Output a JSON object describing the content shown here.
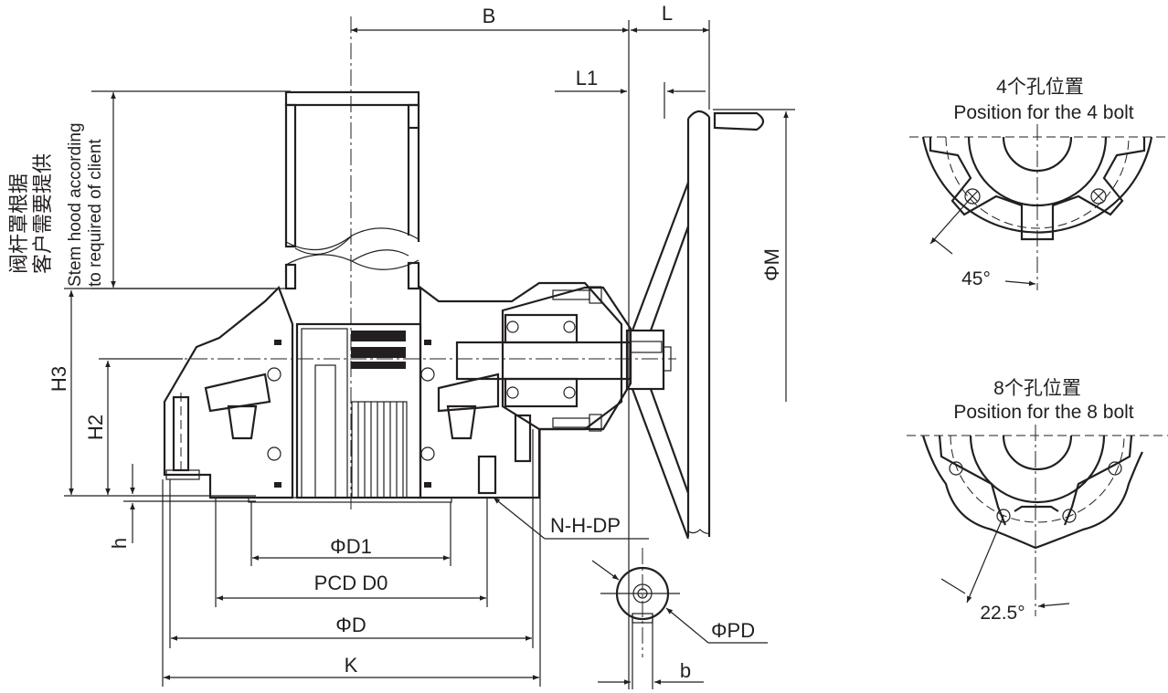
{
  "diagram": {
    "title": "Bevel gear operator dimension drawing",
    "hatch_color": "#e31e24",
    "line_color": "#231f20",
    "stem_hood_note": {
      "cn_line1": "阀杆罩根据",
      "cn_line2": "客户需要提供",
      "en_line1": "Stem hood according",
      "en_line2": "to required of client"
    },
    "dimensions": {
      "B": "B",
      "L": "L",
      "L1": "L1",
      "phiM": "ΦM",
      "H3": "H3",
      "H2": "H2",
      "h": "h",
      "phiD1": "ΦD1",
      "pcd": "PCD D0",
      "phiD": "ΦD",
      "K": "K",
      "nhdp": "N-H-DP",
      "phiPD": "ΦPD",
      "b": "b"
    },
    "bolt4": {
      "title_cn": "4个孔位置",
      "title_en": "Position for the 4 bolt",
      "angle": "45°"
    },
    "bolt8": {
      "title_cn": "8个孔位置",
      "title_en": "Position for the 8 bolt",
      "angle": "22.5°"
    }
  }
}
